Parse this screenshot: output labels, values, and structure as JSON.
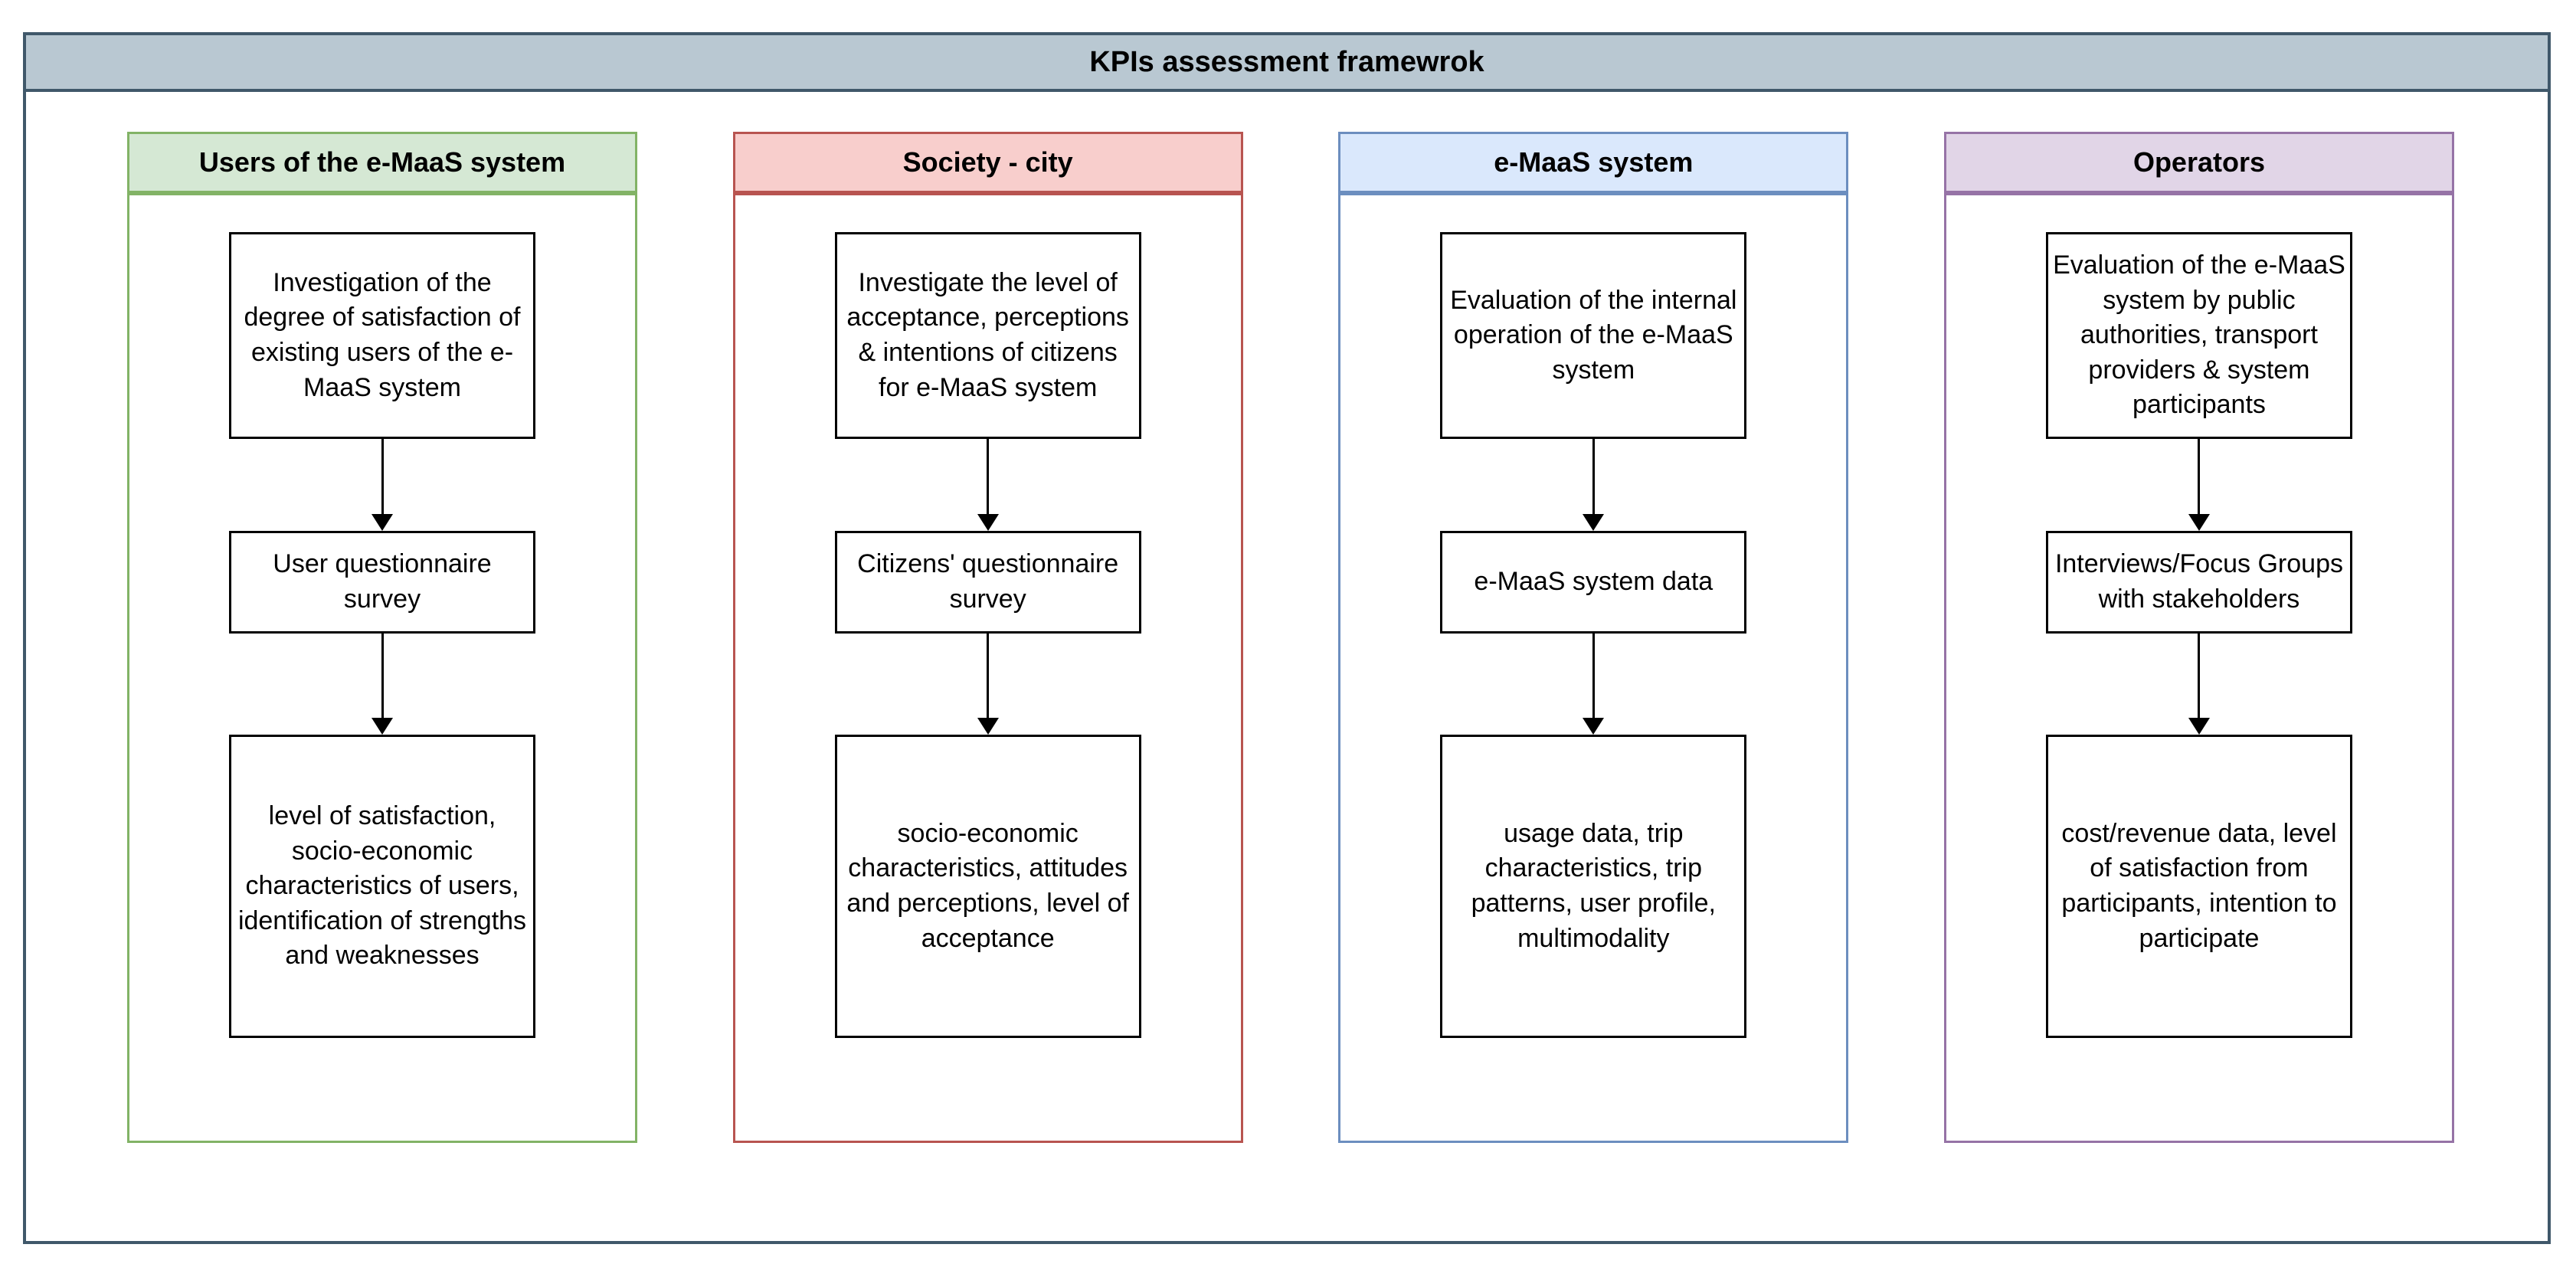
{
  "title": "KPIs assessment framewrok",
  "colors": {
    "frame": {
      "fill": "#b9c8d2",
      "border": "#40586a"
    },
    "node_border": "#000000",
    "arrow": "#000000"
  },
  "columns": [
    {
      "header": "Users of the e-MaaS system",
      "fill": "#d5e8d4",
      "border": "#82b366",
      "boxes": [
        "Investigation of the degree of satisfaction of existing users of the e-MaaS system",
        "User questionnaire survey",
        "level of satisfaction, socio-economic characteristics of users, identification of strengths and weaknesses"
      ]
    },
    {
      "header": "Society - city",
      "fill": "#f8cecc",
      "border": "#b85450",
      "boxes": [
        "Investigate the level of acceptance, perceptions & intentions of citizens for e-MaaS system",
        "Citizens' questionnaire survey",
        "socio-economic characteristics, attitudes and perceptions, level of acceptance"
      ]
    },
    {
      "header": "e-MaaS system",
      "fill": "#dae8fc",
      "border": "#6c8ebf",
      "boxes": [
        "Evaluation of the internal operation of the e-MaaS system",
        "e-MaaS system data",
        "usage data, trip characteristics, trip patterns, user profile, multimodality"
      ]
    },
    {
      "header": "Operators",
      "fill": "#e1d5e7",
      "border": "#9673a6",
      "boxes": [
        "Evaluation of the e-MaaS system by public authorities, transport providers & system participants",
        "Interviews/Focus Groups with stakeholders",
        "cost/revenue data, level of satisfaction from participants, intention to participate"
      ]
    }
  ]
}
